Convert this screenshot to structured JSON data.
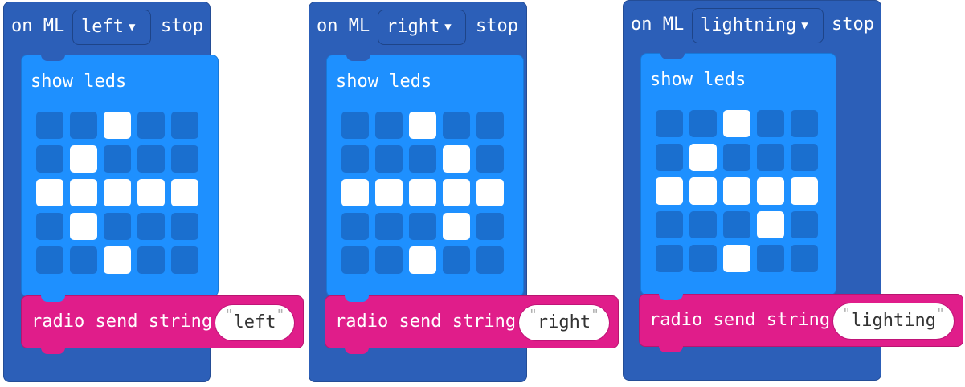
{
  "blocks": [
    {
      "event_prefix": "on ML",
      "dropdown_value": "left",
      "event_suffix": "stop",
      "show_leds_label": "show leds",
      "leds": [
        [
          0,
          0,
          1,
          0,
          0
        ],
        [
          0,
          1,
          0,
          0,
          0
        ],
        [
          1,
          1,
          1,
          1,
          1
        ],
        [
          0,
          1,
          0,
          0,
          0
        ],
        [
          0,
          0,
          1,
          0,
          0
        ]
      ],
      "radio_label": "radio send string",
      "radio_value": "left"
    },
    {
      "event_prefix": "on ML",
      "dropdown_value": "right",
      "event_suffix": "stop",
      "show_leds_label": "show leds",
      "leds": [
        [
          0,
          0,
          1,
          0,
          0
        ],
        [
          0,
          0,
          0,
          1,
          0
        ],
        [
          1,
          1,
          1,
          1,
          1
        ],
        [
          0,
          0,
          0,
          1,
          0
        ],
        [
          0,
          0,
          1,
          0,
          0
        ]
      ],
      "radio_label": "radio send string",
      "radio_value": "right"
    },
    {
      "event_prefix": "on ML",
      "dropdown_value": "lightning",
      "event_suffix": "stop",
      "show_leds_label": "show leds",
      "leds": [
        [
          0,
          0,
          1,
          0,
          0
        ],
        [
          0,
          1,
          0,
          0,
          0
        ],
        [
          1,
          1,
          1,
          1,
          1
        ],
        [
          0,
          0,
          0,
          1,
          0
        ],
        [
          0,
          0,
          1,
          0,
          0
        ]
      ],
      "radio_label": "radio send string",
      "radio_value": "lighting"
    }
  ],
  "caret_glyph": "▼",
  "quote_glyph": "\"",
  "colors": {
    "event_block": "#2c5fb8",
    "show_leds_block": "#1e90ff",
    "led_off": "#1a6fcf",
    "led_on": "#ffffff",
    "radio_block": "#e01d8a"
  }
}
